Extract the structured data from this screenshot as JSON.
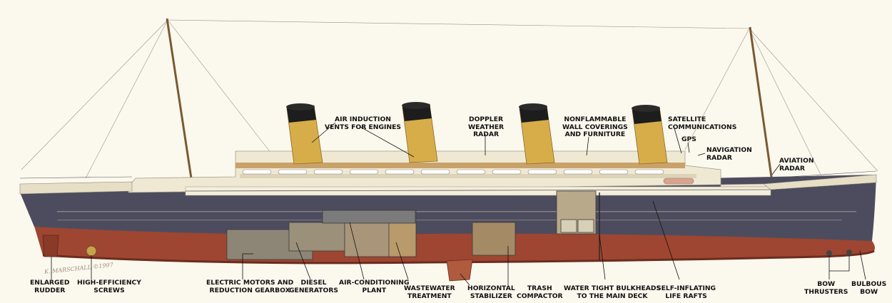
{
  "colors": {
    "background": "#fbf8ee",
    "hull_upper": "#4d4c5e",
    "hull_lower": "#9e4631",
    "superstructure": "#efe9d4",
    "funnel_yellow": "#d7ad4a",
    "funnel_black": "#1d1d1d",
    "deck_wood": "#c9a269",
    "label_text": "#111111"
  },
  "signature": "K. MARSCHALL ©1997",
  "labels": {
    "enlarged_rudder": [
      "ENLARGED",
      "RUDDER"
    ],
    "high_efficiency_screws": [
      "HIGH-EFFICIENCY",
      "SCREWS"
    ],
    "electric_motors": [
      "ELECTRIC MOTORS AND",
      "REDUCTION GEARBOX"
    ],
    "diesel_generators": [
      "DIESEL",
      "GENERATORS"
    ],
    "air_conditioning": [
      "AIR-CONDITIONING",
      "PLANT"
    ],
    "wastewater": [
      "WASTEWATER",
      "TREATMENT"
    ],
    "horizontal_stabilizer": [
      "HORIZONTAL",
      "STABILIZER"
    ],
    "trash_compactor": [
      "TRASH",
      "COMPACTOR"
    ],
    "bulkheads": [
      "WATER TIGHT BULKHEADS",
      "TO THE MAIN DECK"
    ],
    "life_rafts": [
      "SELF-INFLATING",
      "LIFE RAFTS"
    ],
    "bow_thrusters": [
      "BOW",
      "THRUSTERS"
    ],
    "bulbous_bow": [
      "BULBOUS",
      "BOW"
    ],
    "air_induction": [
      "AIR INDUCTION",
      "VENTS FOR ENGINES"
    ],
    "doppler_radar": [
      "DOPPLER",
      "WEATHER",
      "RADAR"
    ],
    "nonflammable": [
      "NONFLAMMABLE",
      "WALL COVERINGS",
      "AND FURNITURE"
    ],
    "satellite": [
      "SATELLITE",
      "COMMUNICATIONS"
    ],
    "gps": [
      "GPS"
    ],
    "navigation_radar": [
      "NAVIGATION",
      "RADAR"
    ],
    "aviation_radar": [
      "AVIATION",
      "RADAR"
    ]
  }
}
